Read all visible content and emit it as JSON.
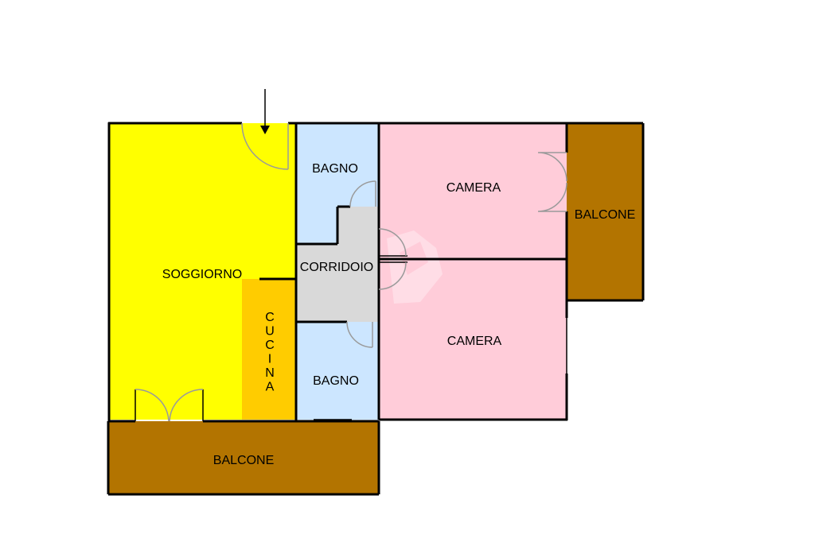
{
  "rooms": {
    "soggiorno": {
      "label": "SOGGIORNO",
      "color": "#ffff00"
    },
    "cucina": {
      "label": "CUCINA",
      "letters": [
        "C",
        "U",
        "C",
        "I",
        "N",
        "A"
      ],
      "color": "#ffcc00"
    },
    "bagno_top": {
      "label": "BAGNO",
      "color": "#cce6ff"
    },
    "bagno_bottom": {
      "label": "BAGNO",
      "color": "#cce6ff"
    },
    "corridoio": {
      "label": "CORRIDOIO",
      "color": "#d9d9d9"
    },
    "camera_top": {
      "label": "CAMERA",
      "color": "#ffccd9"
    },
    "camera_bottom": {
      "label": "CAMERA",
      "color": "#ffccd9"
    },
    "balcone_right": {
      "label": "BALCONE",
      "color": "#b37400"
    },
    "balcone_bottom": {
      "label": "BALCONE",
      "color": "#b37400"
    }
  },
  "entrance": {
    "icon": "entrance-arrow-icon"
  },
  "watermark": {
    "icon": "watermark-logo-icon"
  }
}
